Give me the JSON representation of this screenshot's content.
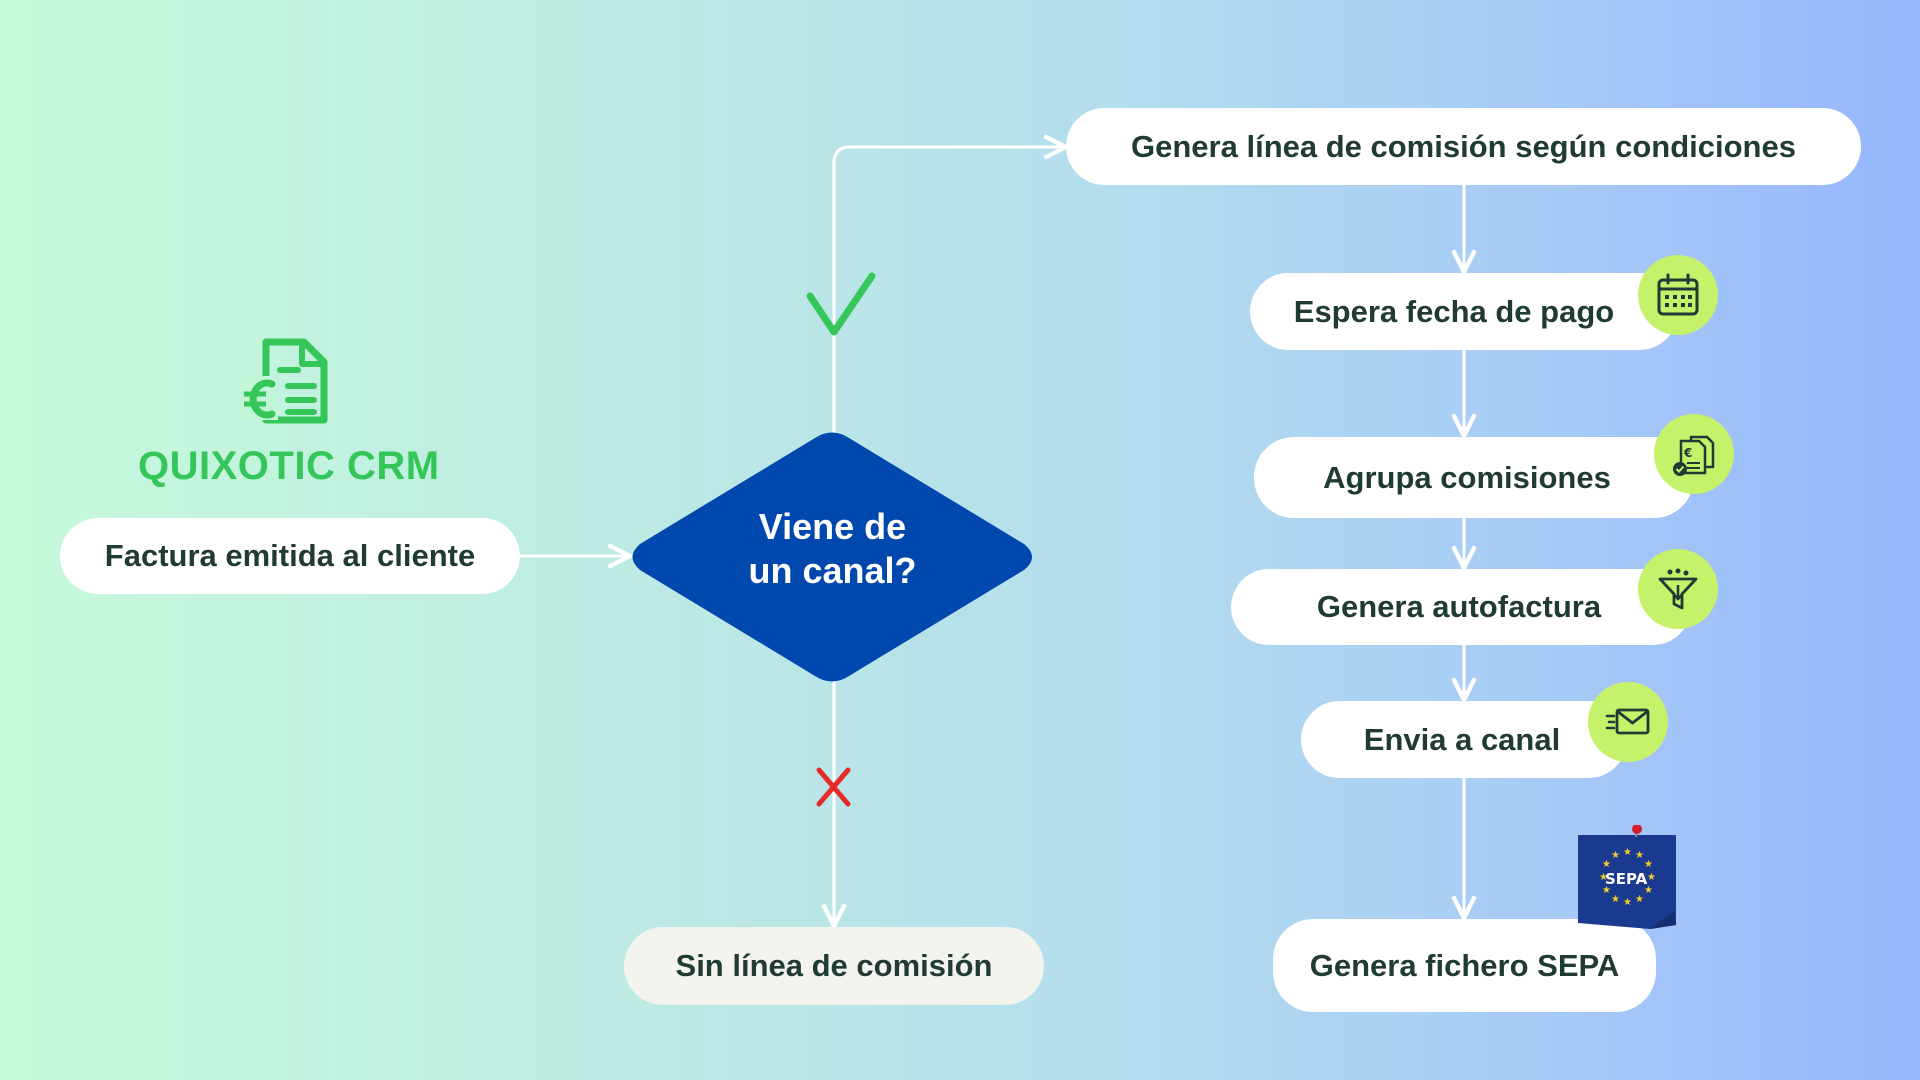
{
  "brand": {
    "name": "QUIXOTIC CRM",
    "logo_icon": "euro-invoice-icon",
    "color": "#35c659"
  },
  "flow": {
    "start": "Factura emitida al cliente",
    "decision": {
      "line1": "Viene de",
      "line2": "un canal?",
      "color": "#0048ad"
    },
    "yes_marker": "check-icon",
    "no_marker": "cross-icon",
    "no_result": "Sin línea de comisión",
    "yes_steps": [
      {
        "label": "Genera línea de comisión según condiciones",
        "icon": ""
      },
      {
        "label": "Espera fecha de pago",
        "icon": "calendar-icon"
      },
      {
        "label": "Agrupa comisiones",
        "icon": "documents-icon"
      },
      {
        "label": "Genera autofactura",
        "icon": "funnel-icon"
      },
      {
        "label": "Envia a canal",
        "icon": "envelope-icon"
      },
      {
        "label": "Genera fichero SEPA",
        "icon": "sepa-flag"
      }
    ],
    "sepa": {
      "logo_text": "SEPA"
    }
  },
  "colors": {
    "connector": "#ffffff",
    "check": "#36c75a",
    "cross": "#e52a2a",
    "badge": "#c6f16b",
    "pill_text": "#1f3b33"
  }
}
